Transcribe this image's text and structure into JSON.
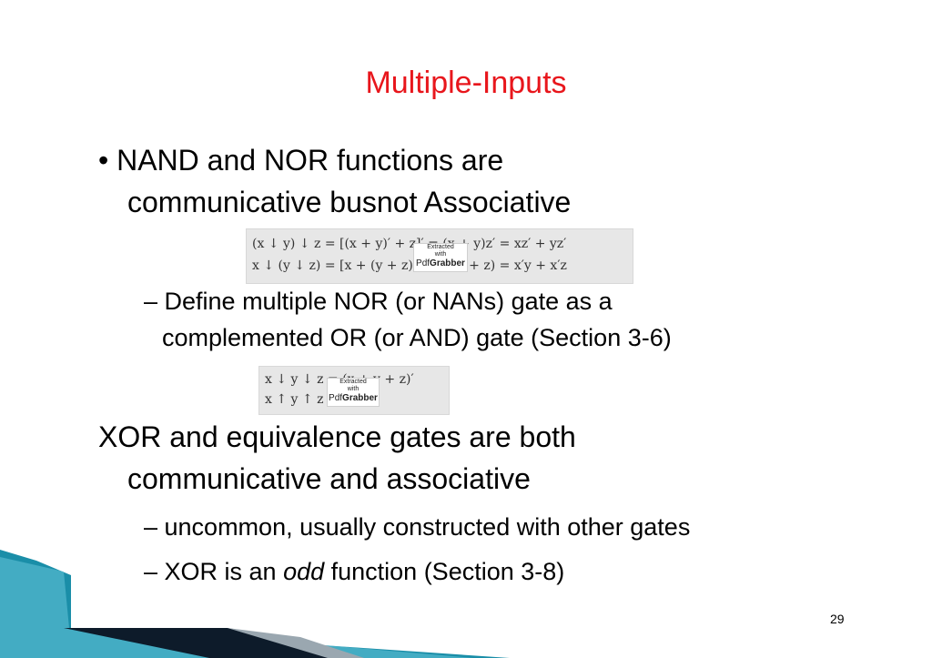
{
  "title": "Multiple-Inputs",
  "bullets": {
    "b1_line1": "• NAND and NOR functions are",
    "b1_line2": "communicative busnot Associative",
    "sub1_line1": "– Define multiple NOR (or NANs) gate as a",
    "sub1_line2": "complemented OR (or AND) gate (Section 3-6)",
    "b2_line1": "XOR and equivalence gates are both",
    "b2_line2": "communicative and associative",
    "sub2": "– uncommon, usually constructed with other gates",
    "sub3_prefix": "– XOR is an ",
    "sub3_em": "odd",
    "sub3_suffix": " function (Section 3-8)"
  },
  "equation1": {
    "row1": "(x ↓ y) ↓ z = [(x + y)′ + z]′ = (x + y)z′ = xz′ + yz′",
    "row2": "x ↓ (y ↓ z) = [x + (y + z)′]′ = x′(y + z) = x′y + x′z"
  },
  "equation2": {
    "row1": "x ↓ y ↓ z = (x + y + z)′",
    "row2": "x ↑ y ↑ z = (xyz)′"
  },
  "watermark": {
    "line1": "Extracted",
    "line2": "with",
    "brand_prefix": "Pdf",
    "brand_suffix": "Grabber"
  },
  "page_number": "29",
  "colors": {
    "title": "#e8161c",
    "accent_teal": "#1a8ea8",
    "accent_dark": "#0d1b2a"
  }
}
